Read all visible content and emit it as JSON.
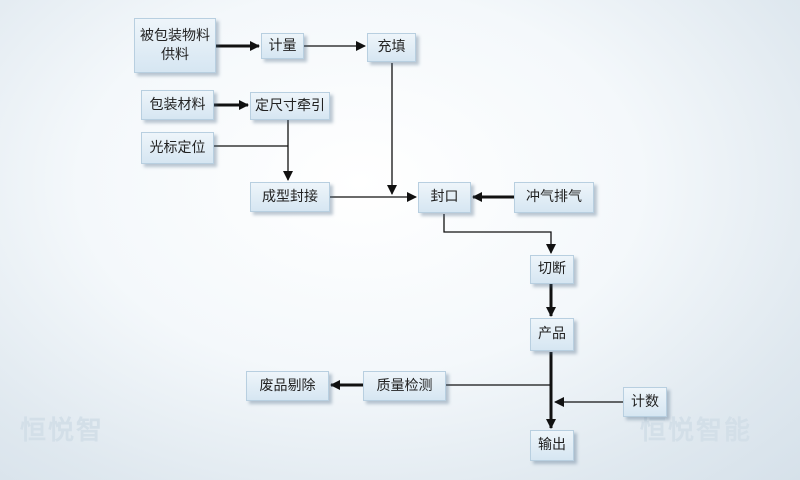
{
  "nodes": {
    "feed": "被包装物料\n供料",
    "metering": "计量",
    "filling": "充填",
    "packaging_material": "包装材料",
    "fixed_length_pull": "定尺寸牵引",
    "cursor_positioning": "光标定位",
    "forming_sealing": "成型封接",
    "sealing": "封口",
    "air_exhaust": "冲气排气",
    "cutting": "切断",
    "product": "产品",
    "quality_inspection": "质量检测",
    "waste_rejection": "废品剔除",
    "counting": "计数",
    "output": "输出"
  },
  "watermark": {
    "left": "恒悦智",
    "right": "恒悦智能"
  },
  "colors": {
    "line": "#111111",
    "box_top": "#eef5fa",
    "box_bottom": "#d6e6f2"
  }
}
